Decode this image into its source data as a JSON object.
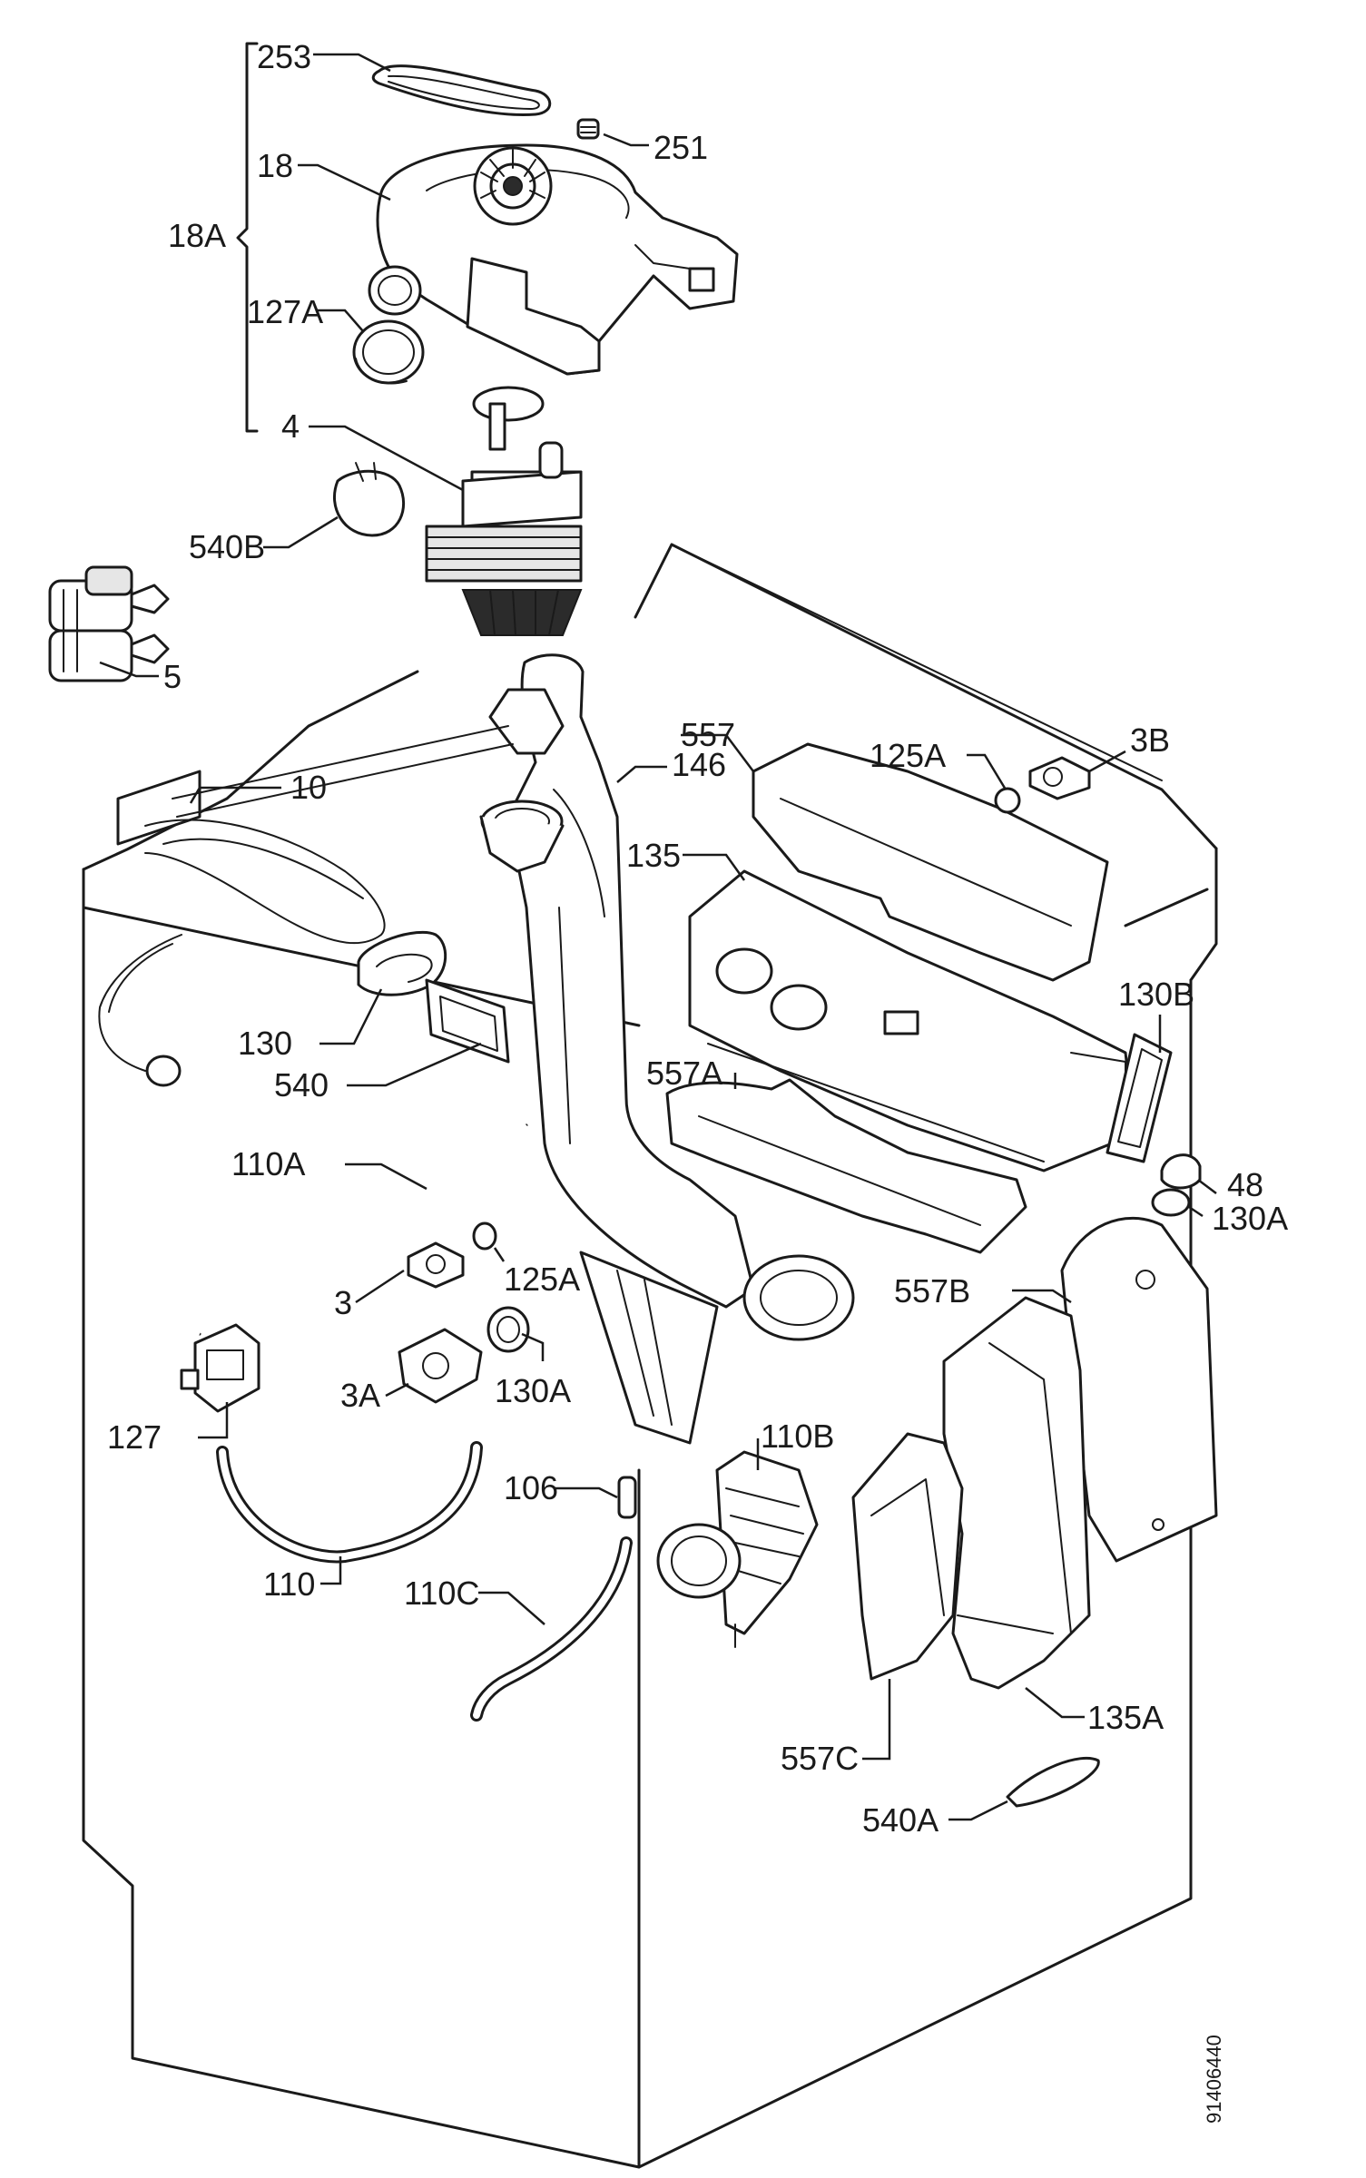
{
  "document_id": "91406440",
  "callouts": [
    {
      "id": "253",
      "text": "253"
    },
    {
      "id": "251",
      "text": "251"
    },
    {
      "id": "18",
      "text": "18"
    },
    {
      "id": "18A",
      "text": "18A"
    },
    {
      "id": "127A",
      "text": "127A"
    },
    {
      "id": "4",
      "text": "4"
    },
    {
      "id": "540B",
      "text": "540B"
    },
    {
      "id": "5",
      "text": "5"
    },
    {
      "id": "557",
      "text": "557"
    },
    {
      "id": "125A_top",
      "text": "125A"
    },
    {
      "id": "3B",
      "text": "3B"
    },
    {
      "id": "10",
      "text": "10"
    },
    {
      "id": "146",
      "text": "146"
    },
    {
      "id": "135",
      "text": "135"
    },
    {
      "id": "130B",
      "text": "130B"
    },
    {
      "id": "130",
      "text": "130"
    },
    {
      "id": "557A",
      "text": "557A"
    },
    {
      "id": "540",
      "text": "540"
    },
    {
      "id": "48",
      "text": "48"
    },
    {
      "id": "130A_right",
      "text": "130A"
    },
    {
      "id": "110A",
      "text": "110A"
    },
    {
      "id": "125A",
      "text": "125A"
    },
    {
      "id": "557B",
      "text": "557B"
    },
    {
      "id": "3",
      "text": "3"
    },
    {
      "id": "3A",
      "text": "3A"
    },
    {
      "id": "130A",
      "text": "130A"
    },
    {
      "id": "127",
      "text": "127"
    },
    {
      "id": "110B",
      "text": "110B"
    },
    {
      "id": "106",
      "text": "106"
    },
    {
      "id": "110",
      "text": "110"
    },
    {
      "id": "110C",
      "text": "110C"
    },
    {
      "id": "135A",
      "text": "135A"
    },
    {
      "id": "557C",
      "text": "557C"
    },
    {
      "id": "540A",
      "text": "540A"
    }
  ]
}
